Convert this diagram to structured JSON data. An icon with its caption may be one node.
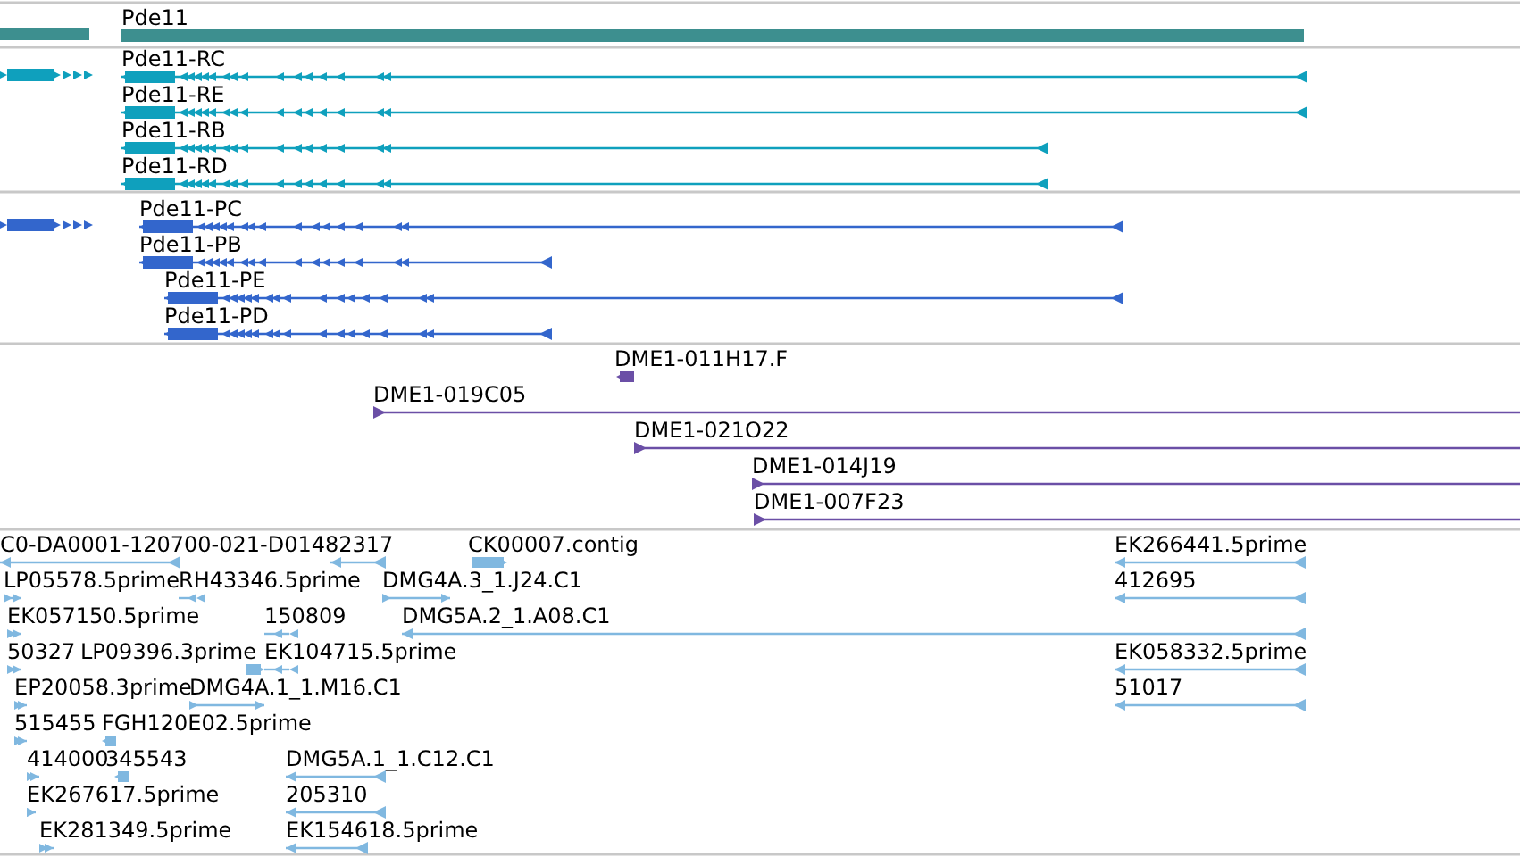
{
  "diagram": {
    "labels": [
      "Pde11",
      "Pde11-RC",
      "Pde11-RE",
      "Pde11-RB",
      "Pde11-RD",
      "Pde11-PC",
      "Pde11-PB",
      "Pde11-PE",
      "Pde11-PD",
      "DME1-011H17.F",
      "DME1-019C05",
      "DME1-021O22",
      "DME1-014J19",
      "DME1-007F23",
      "C0-DA0001-120700-021-D01482317",
      "CK00007.contig",
      "EK266441.5prime",
      "LP05578.5prime",
      "RH43346.5prime",
      "DMG4A.3_1.J24.C1",
      "412695",
      "EK057150.5prime",
      "150809",
      "DMG5A.2_1.A08.C1",
      "50327",
      "LP09396.3prime",
      "EK104715.5prime",
      "EK058332.5prime",
      "EP20058.3prime",
      "DMG4A.1_1.M16.C1",
      "51017",
      "515455",
      "FGH120E02.5prime",
      "414000",
      "345543",
      "DMG5A.1_1.C12.C1",
      "EK267617.5prime",
      "205310",
      "EK281349.5prime",
      "EK154618.5prime"
    ]
  }
}
